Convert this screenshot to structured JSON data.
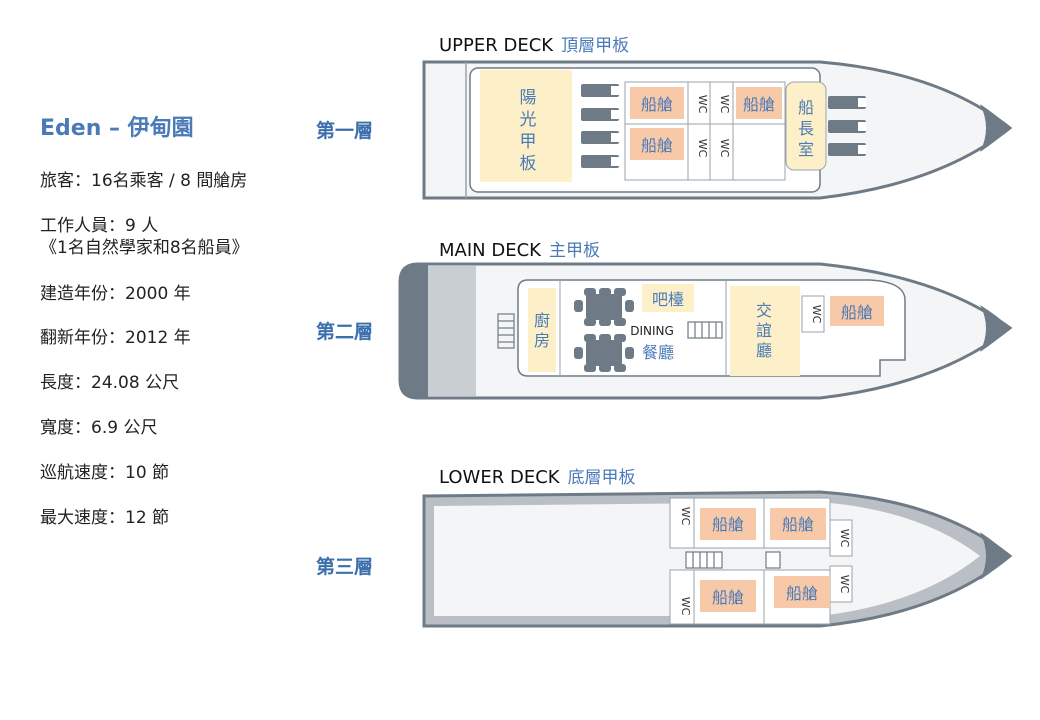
{
  "ship": {
    "title": "Eden – 伊甸園",
    "specs": [
      "旅客：16名乘客 / 8 間艙房",
      "工作人員：9 人",
      "《1名自然學家和8名船員》",
      "建造年份：2000 年",
      "翻新年份：2012 年",
      "長度：24.08 公尺",
      "寬度：6.9 公尺",
      "巡航速度：10 節",
      "最大速度：12 節"
    ]
  },
  "decks": {
    "upper": {
      "num": "第一層",
      "name_en": "UPPER DECK",
      "name_zh": "頂層甲板"
    },
    "main": {
      "num": "第二層",
      "name_en": "MAIN DECK",
      "name_zh": "主甲板"
    },
    "lower": {
      "num": "第三層",
      "name_en": "LOWER DECK",
      "name_zh": "底層甲板"
    }
  },
  "labels": {
    "cabin": "船艙",
    "wc": "WC",
    "sun_deck": [
      "陽",
      "光",
      "甲",
      "板"
    ],
    "captain": [
      "船",
      "長",
      "室"
    ],
    "kitchen": [
      "廚",
      "房"
    ],
    "bar": "吧檯",
    "dining_en": "DINING",
    "dining_zh": "餐廳",
    "lounge": [
      "交",
      "誼",
      "廳"
    ]
  },
  "colors": {
    "hull": "#6e7b86",
    "hull_light": "#b9bfc5",
    "cabin": "#f8c9a9",
    "public_area": "#fdf0c9",
    "accent": "#4a7bb8"
  }
}
